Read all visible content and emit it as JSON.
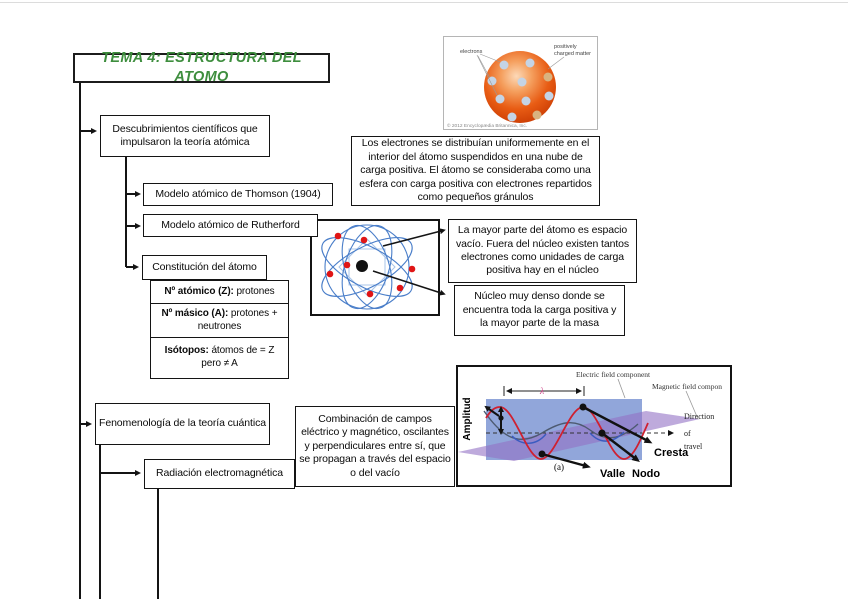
{
  "title": "TEMA 4: ESTRUCTURA DEL ATOMO",
  "nodes": {
    "descubrimientos": "Descubrimientos científicos que impulsaron la teoría atómica",
    "thomson": "Modelo atómico de Thomson (1904)",
    "thomson_desc": "Los electrones se distribuían uniformemente en el interior del átomo suspendidos en una nube de carga positiva. El átomo se consideraba como una esfera con carga positiva con electrones repartidos como pequeños gránulos",
    "rutherford": "Modelo atómico de Rutherford",
    "rutherford_vacio": "La mayor parte del átomo es espacio vacío. Fuera del núcleo existen tantos electrones como unidades de carga positiva hay en el núcleo",
    "rutherford_nucleo": "Núcleo muy denso donde se encuentra toda la carga positiva y la mayor parte de la masa",
    "constitucion": "Constitución del átomo",
    "atomico_bold": "Nº atómico (Z):",
    "atomico_rest": " protones",
    "masico_bold": "Nº másico (A):",
    "masico_rest": " protones + neutrones",
    "isotopos_bold": "Isótopos:",
    "isotopos_rest": " átomos de = Z pero ≠ A",
    "fenomenologia": "Fenomenología de la teoría cuántica",
    "radiacion": "Radiación electromagnética",
    "radiacion_desc": "Combinación de campos eléctrico y magnético, oscilantes y perpendiculares entre sí, que se propagan a través del espacio o del vacío"
  },
  "thomson_figure": {
    "electrons_label": "electrons",
    "matter_label_1": "positively",
    "matter_label_2": "charged matter",
    "credit": "© 2012 Encyclopædia Britannica, Inc."
  },
  "em_figure": {
    "amplitude": "Amplitud",
    "lambda": "λ",
    "electric": "Electric field component",
    "magnetic": "Magnetic field compon",
    "dir_1": "Direction",
    "dir_2": "of",
    "dir_3": "travel",
    "crest": "Cresta",
    "trough": "Valle",
    "node": "Nodo",
    "subfig": "(a)"
  },
  "colors": {
    "title_green": "#3e8e3e",
    "box_border": "#141414",
    "orbit_blue": "#4a7ec9",
    "electron_red": "#e01515",
    "wave_red": "#cf2030",
    "wave_magnetic": "#4d5a70",
    "plane_blue": "#91a6da",
    "plane_purple": "#9272c4",
    "sphere_orange": "#e85c14",
    "electron_sphere_blue": "#c4d4e6"
  }
}
